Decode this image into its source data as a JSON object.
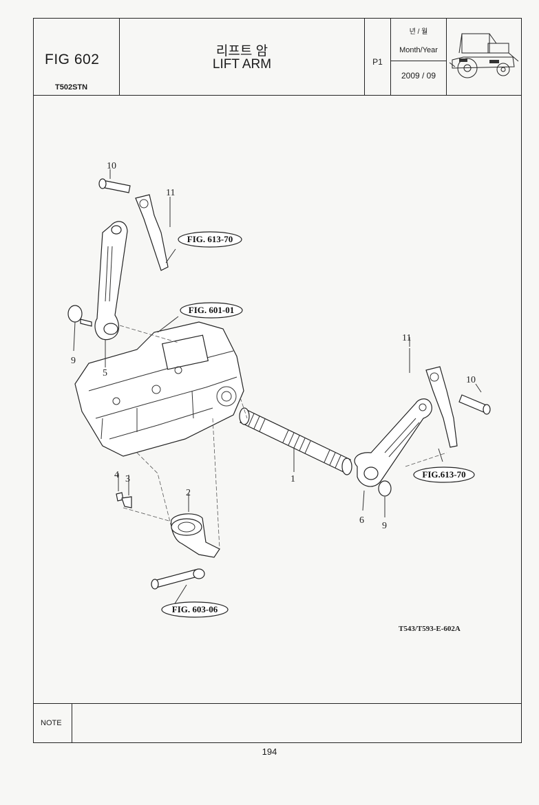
{
  "header": {
    "fig_no": "FIG 602",
    "model": "T502STN",
    "title_ko": "리프트 암",
    "title_en": "LIFT ARM",
    "page": "P1",
    "month_year_ko": "년 / 월",
    "month_year_en": "Month/Year",
    "date": "2009 / 09",
    "thumbnail_icon": "tractor-icon"
  },
  "diagram": {
    "callouts": [
      "10",
      "11",
      "9",
      "5",
      "4",
      "3",
      "2",
      "1",
      "6",
      "9",
      "11",
      "10"
    ],
    "refs": [
      "FIG. 613-70",
      "FIG. 601-01",
      "FIG.613-70",
      "FIG. 603-06"
    ],
    "drawing_code": "T543/T593-E-602A"
  },
  "footer": {
    "note_label": "NOTE",
    "page_number": "194"
  }
}
